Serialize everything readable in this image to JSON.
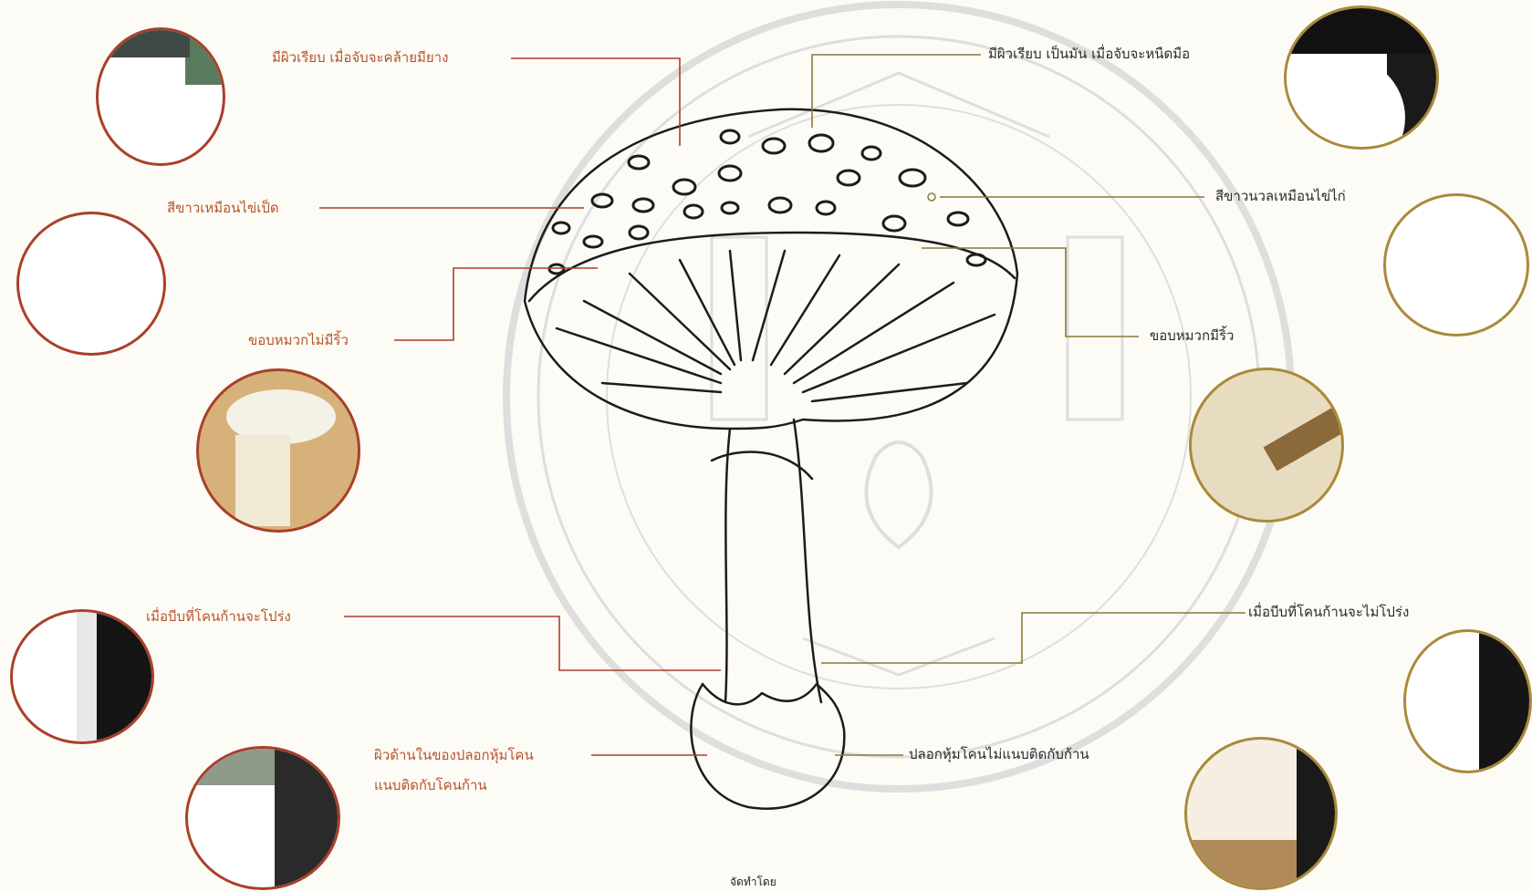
{
  "labels_left": [
    "มีผิวเรียบ เมื่อจับจะคล้ายมียาง",
    "สีขาวเหมือนไข่เป็ด",
    "ขอบหมวกไม่มีริ้ว",
    "เมื่อบีบที่โคนก้านจะโปร่ง",
    "ผิวด้านในของปลอกหุ้มโคน",
    "แนบติดกับโคนก้าน"
  ],
  "labels_right": [
    "มีผิวเรียบ เป็นมัน เมื่อจับจะหนืดมือ",
    "สีขาวนวลเหมือนไข่ไก่",
    "ขอบหมวกมีริ้ว",
    "เมื่อบีบที่โคนก้านจะไม่โปร่ง",
    "ปลอกหุ้มโคนไม่แนบติดกับก้าน"
  ],
  "footer": "จัดทำโดย",
  "colors": {
    "left_accent": "#b5542a",
    "left_frame": "#a8402a",
    "right_frame": "#a98a3a",
    "leader_left": "#a8402a",
    "leader_right": "#8a7a3a",
    "watermark": "#d9d9d9"
  }
}
